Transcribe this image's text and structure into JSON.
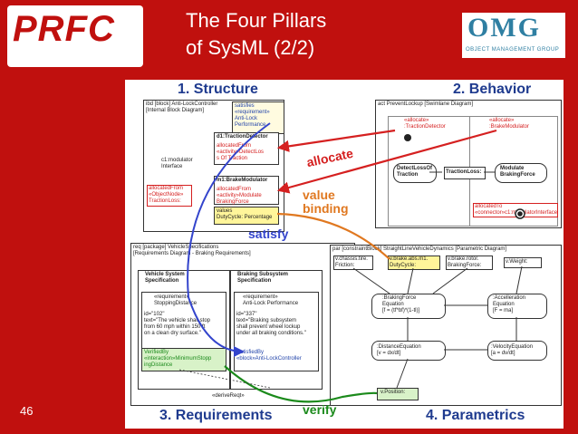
{
  "title": {
    "line1": "The Four Pillars",
    "line2": "of SysML (2/2)"
  },
  "logos": {
    "left": "PRFC",
    "right": "OMG",
    "right_sub": "OBJECT MANAGEMENT GROUP"
  },
  "page_number": "46",
  "sections": {
    "structure": "1. Structure",
    "behavior": "2. Behavior",
    "requirements": "3. Requirements",
    "parametrics": "4. Parametrics"
  },
  "labels": {
    "allocate": "allocate",
    "value_binding": "value\nbinding",
    "satisfy": "satisfy",
    "verify": "verify"
  },
  "ibd": {
    "header": "ibd [block] Anti-LockController\n[Internal Block Diagram]",
    "satisfies": "satisfies\n«requirement»\nAnti-Lock\nPerformance",
    "d1": "d1:TractionDetector",
    "d1_alloc": "allocatedFrom\n«activity»DetectLos\ns Of Traction",
    "modulator": "c1:modulator\nInterface",
    "m1": "m1:BrakeModulator",
    "m1_alloc": "allocatedFrom\n«activity»Modulate\nBrakingForce",
    "left_alloc": "allocatedFrom\n«ObjectNode»\nTractionLoss:",
    "values": "values\nDutyCycle: Percentage"
  },
  "act": {
    "header": "act PreventLockup [Swimlane Diagram]",
    "lane1": "«allocate»\n:TractionDetector",
    "lane2": "«allocate»\n:BrakeModulator",
    "n1": "DetectLossOf\nTraction",
    "n2": "TractionLoss:",
    "n3": "Modulate\nBrakingForce",
    "alloc_to": "allocatedTo\n«connector»c1:modulatorInterface"
  },
  "req": {
    "header": "req [package] VehicleSpecifications\n[Requirements Diagram - Braking Requirements]",
    "spec1": "Vehicle System\nSpecification",
    "spec2": "Braking Subsystem\nSpecification",
    "r1_title": "«requirement»\nStoppingDistance",
    "r1_body": "id=\"102\"\ntext=\"The vehicle shall stop\nfrom 60 mph within 150 ft\non a clean dry surface.\"",
    "r1_verified": "VerifiedBy\n«interaction»MinimumStopp\ningDistance",
    "r2_title": "«requirement»\nAnti-Lock Performance",
    "r2_body": "id=\"337\"\ntext=\"Braking subsystem\nshall prevent wheel lockup\nunder all braking conditions.\"",
    "r2_satisfied": "SatisfiedBy\n«block»Anti-LockController",
    "derive": "«deriveReqt»"
  },
  "par": {
    "header": "par [constraintBlock] StraightLineVehicleDynamics [Parametric Diagram]",
    "p1": "v.chassis.tire.\nFriction:",
    "p2": "v.brake.abs.m1.\nDutyCycle:",
    "p3": "v.brake.rotor.\nBrakingForce:",
    "p4": "v.Weight:",
    "c1": ":BrakingForce\nEquation\n[f = (tf*bf)*(1-tl)]",
    "c2": ":Accelleration\nEquation\n[F = ma]",
    "c3": ":DistanceEquation\n[v = dx/dt]",
    "c4": ":VelocityEquation\n[a = dv/dt]",
    "pos": "v.Position:"
  },
  "colors": {
    "background": "#c0100e",
    "header_blue": "#1f3b8f",
    "allocate_red": "#d52020",
    "binding_orange": "#e07820",
    "satisfy_blue": "#3344cc",
    "verify_green": "#1b8a1b"
  }
}
